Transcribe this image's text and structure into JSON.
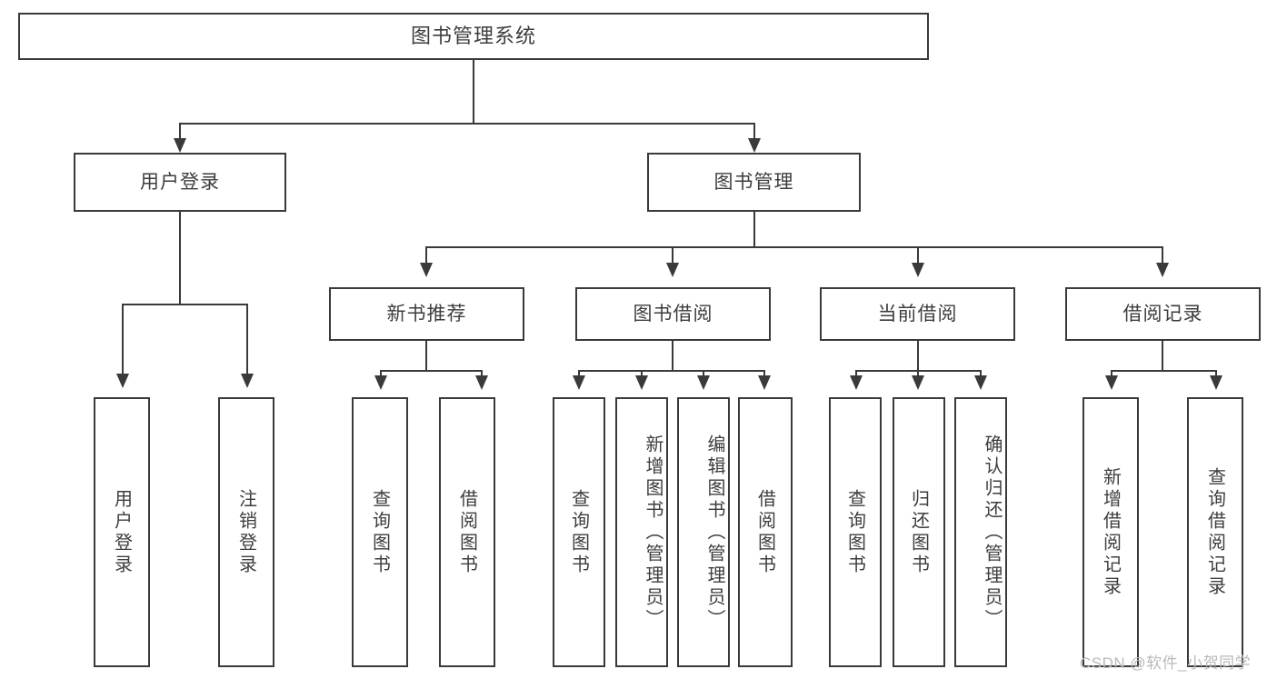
{
  "diagram": {
    "title": "图书管理系统",
    "type": "tree-hierarchy-chart",
    "colors": {
      "box_border": "#3a3a3a",
      "box_fill": "#ffffff",
      "text": "#3d3d3d",
      "connector": "#3a3a3a",
      "background": "#ffffff",
      "watermark": "#b9b9b9"
    },
    "root": {
      "label": "图书管理系统"
    },
    "level2": [
      {
        "label": "用户登录"
      },
      {
        "label": "图书管理"
      }
    ],
    "level3": [
      {
        "label": "新书推荐"
      },
      {
        "label": "图书借阅"
      },
      {
        "label": "当前借阅"
      },
      {
        "label": "借阅记录"
      }
    ],
    "leaves_user_login": [
      {
        "label": "用户登录"
      },
      {
        "label": "注销登录"
      }
    ],
    "leaves_new_book": [
      {
        "label": "查询图书"
      },
      {
        "label": "借阅图书"
      }
    ],
    "leaves_borrow": [
      {
        "label": "查询图书"
      },
      {
        "label": "新增图书（管理员）"
      },
      {
        "label": "编辑图书（管理员）"
      },
      {
        "label": "借阅图书"
      }
    ],
    "leaves_current": [
      {
        "label": "查询图书"
      },
      {
        "label": "归还图书"
      },
      {
        "label": "确认归还（管理员）"
      }
    ],
    "leaves_records": [
      {
        "label": "新增借阅记录"
      },
      {
        "label": "查询借阅记录"
      }
    ]
  },
  "watermark": {
    "text": "CSDN @软件_小贺同学"
  }
}
